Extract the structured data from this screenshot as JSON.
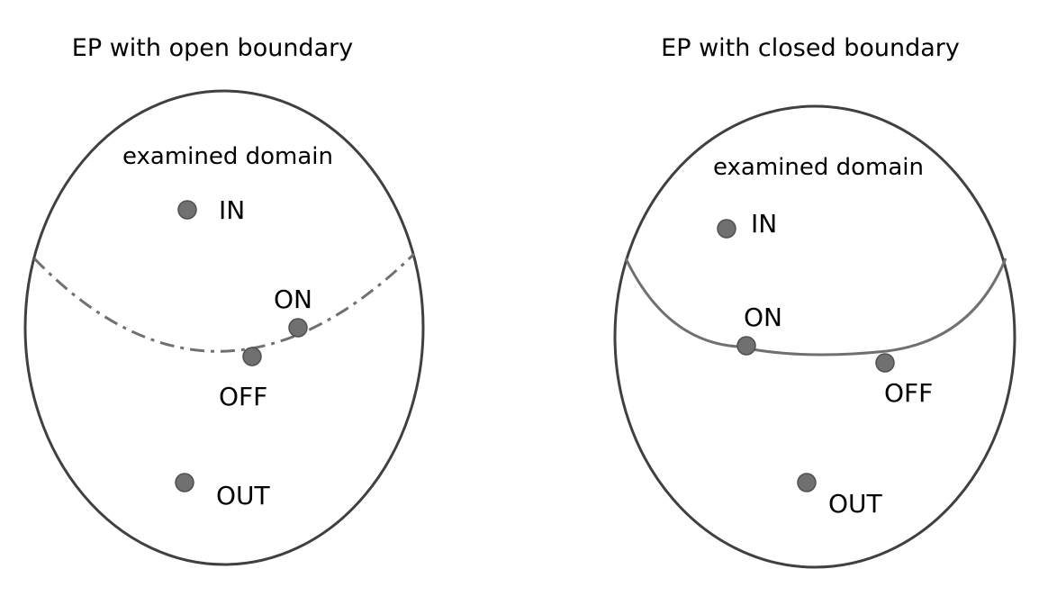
{
  "diagrams": {
    "open": {
      "title": "EP with open boundary",
      "region_label": "examined domain",
      "boundary_style": "dash-dot",
      "points": {
        "in": "IN",
        "on": "ON",
        "off": "OFF",
        "out": "OUT"
      }
    },
    "closed": {
      "title": "EP with closed boundary",
      "region_label": "examined domain",
      "boundary_style": "solid",
      "points": {
        "in": "IN",
        "on": "ON",
        "off": "OFF",
        "out": "OUT"
      }
    }
  },
  "colors": {
    "outline": "#404040",
    "boundary": "#707070",
    "point_fill": "#707070",
    "point_stroke": "#505050",
    "text": "#000000"
  }
}
